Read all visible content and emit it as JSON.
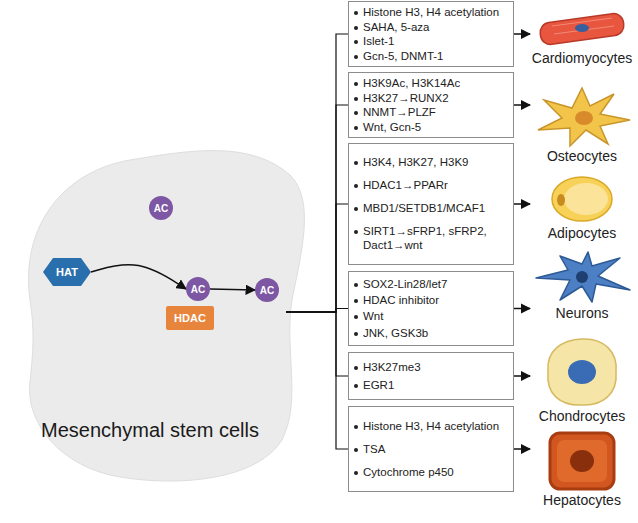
{
  "diagram": {
    "nodes": [
      {
        "text": [
          "Mesenchymal stem cells"
        ]
      },
      {
        "text": [
          "AC"
        ],
        "in": 0
      },
      {
        "text": [
          "HAT"
        ],
        "in": 0
      },
      {
        "text": [
          "AC"
        ],
        "in": 0
      },
      {
        "text": [
          "AC"
        ],
        "in": 0
      },
      {
        "text": [
          "HDAC"
        ],
        "in": 0
      },
      {
        "text": [
          "Histone H3, H4 acetylation",
          "SAHA, 5-aza",
          "Islet-1",
          "Gcn-5, DNMT-1"
        ]
      },
      {
        "text": [
          "H3K9Ac, H3K14Ac",
          "H3K27→RUNX2",
          "NNMT→PLZF",
          "Wnt, Gcn-5"
        ]
      },
      {
        "text": [
          "H3K4, H3K27, H3K9",
          "HDAC1→PPARr",
          "MBD1/SETDB1/MCAF1",
          "SIRT1→sFRP1, sFRP2, Dact1→wnt"
        ]
      },
      {
        "text": [
          "SOX2-Lin28/let7",
          "HDAC inhibitor",
          "Wnt",
          "JNK, GSK3b"
        ]
      },
      {
        "text": [
          "H3K27me3",
          "EGR1"
        ]
      },
      {
        "text": [
          "Histone H3, H4 acetylation",
          "TSA",
          "Cytochrome p450"
        ]
      },
      {
        "text": [
          "Cardiomyocytes"
        ]
      },
      {
        "text": [
          "Osteocytes"
        ]
      },
      {
        "text": [
          "Adipocytes"
        ]
      },
      {
        "text": [
          "Neurons"
        ]
      },
      {
        "text": [
          "Chondrocytes"
        ]
      },
      {
        "text": [
          "Hepatocytes"
        ]
      }
    ],
    "edges": [
      {
        "from": 2,
        "to": 3,
        "arrow": "to"
      },
      {
        "from": 3,
        "to": 4,
        "arrow": "to"
      },
      {
        "from": 0,
        "to": 6,
        "arrow": "none"
      },
      {
        "from": 0,
        "to": 7,
        "arrow": "none"
      },
      {
        "from": 0,
        "to": 8,
        "arrow": "none"
      },
      {
        "from": 0,
        "to": 9,
        "arrow": "none"
      },
      {
        "from": 0,
        "to": 10,
        "arrow": "none"
      },
      {
        "from": 0,
        "to": 11,
        "arrow": "none"
      },
      {
        "from": 6,
        "to": 12,
        "arrow": "to"
      },
      {
        "from": 7,
        "to": 13,
        "arrow": "to"
      },
      {
        "from": 8,
        "to": 14,
        "arrow": "to"
      },
      {
        "from": 9,
        "to": 15,
        "arrow": "to"
      },
      {
        "from": 10,
        "to": 16,
        "arrow": "to"
      },
      {
        "from": 11,
        "to": 17,
        "arrow": "to"
      }
    ]
  }
}
